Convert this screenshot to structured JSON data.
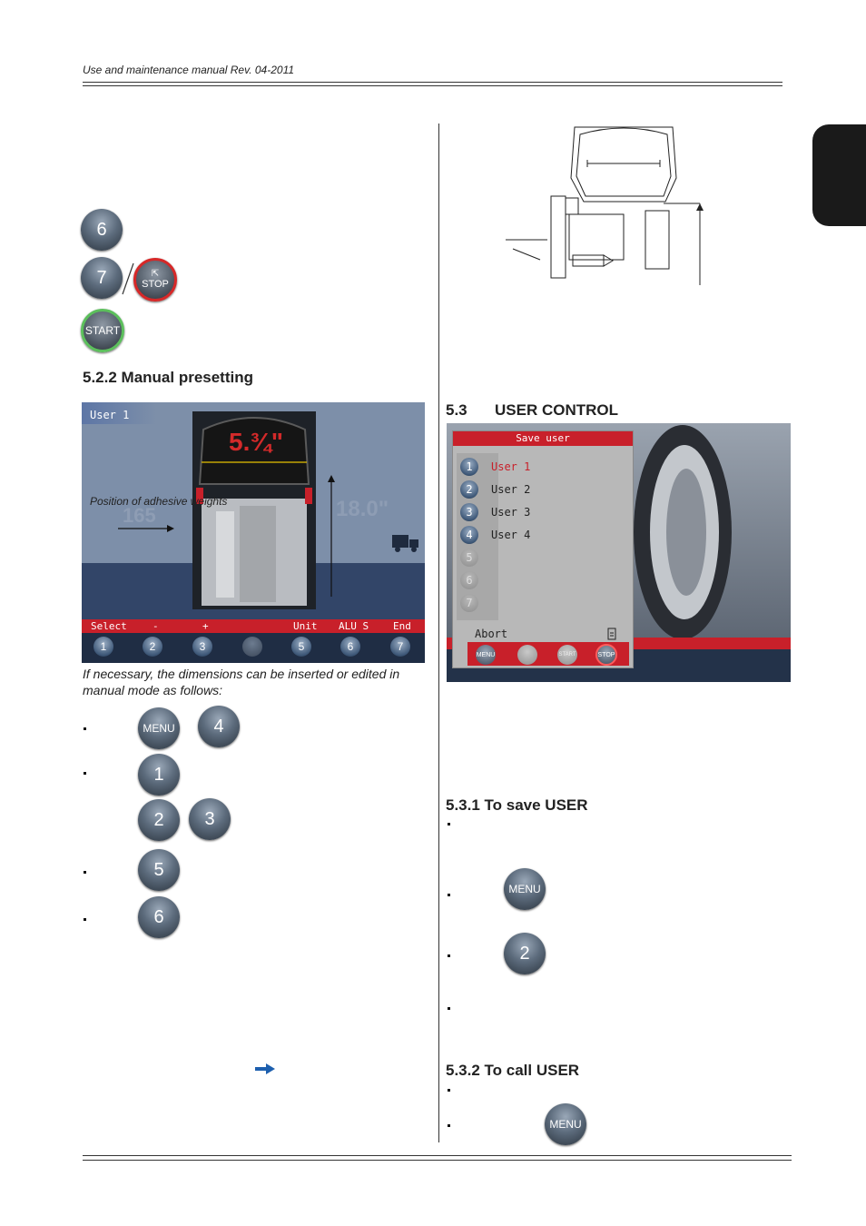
{
  "header": {
    "title": "Use and maintenance manual Rev. 04-2011"
  },
  "left_keys": {
    "k6": "6",
    "k7": "7",
    "stop": "STOP",
    "start": "START"
  },
  "section_522": {
    "title": "5.2.2  Manual presetting"
  },
  "screen1": {
    "user_label": "User 1",
    "width_value": "5.¾\"",
    "diameter_value": "18.0\"",
    "ghost_value": "165",
    "annotation": "Position of adhesive weights",
    "softkeys": [
      "Select",
      "-",
      "+",
      "Unit",
      "ALU S",
      "End"
    ],
    "keys": [
      "1",
      "2",
      "3",
      "",
      "5",
      "6",
      "7"
    ]
  },
  "caption": "If necessary, the dimensions can be inserted or edited in manual mode as follows:",
  "list_keys": {
    "menu": "MENU",
    "k4": "4",
    "k1": "1",
    "k2": "2",
    "k3": "3",
    "k5": "5",
    "k6": "6"
  },
  "section_53": {
    "number": "5.3",
    "title": "USER CONTROL"
  },
  "screen2": {
    "title": "Save user",
    "users": [
      {
        "num": "1",
        "label": "User 1"
      },
      {
        "num": "2",
        "label": "User 2"
      },
      {
        "num": "3",
        "label": "User 3"
      },
      {
        "num": "4",
        "label": "User 4"
      },
      {
        "num": "5",
        "label": ""
      },
      {
        "num": "6",
        "label": ""
      },
      {
        "num": "7",
        "label": ""
      }
    ],
    "abort": "Abort",
    "bottom_keys": {
      "menu": "MENU",
      "start": "START",
      "stop": "STOP"
    }
  },
  "section_531": {
    "title": "5.3.1  To save USER",
    "menu_key": "MENU",
    "key2": "2"
  },
  "section_532": {
    "title": "5.3.2  To call USER",
    "menu_key": "MENU"
  },
  "colors": {
    "accent_red": "#c8202a",
    "key_blue": "#3e5878",
    "screen_blue": "#7d8fa9"
  }
}
